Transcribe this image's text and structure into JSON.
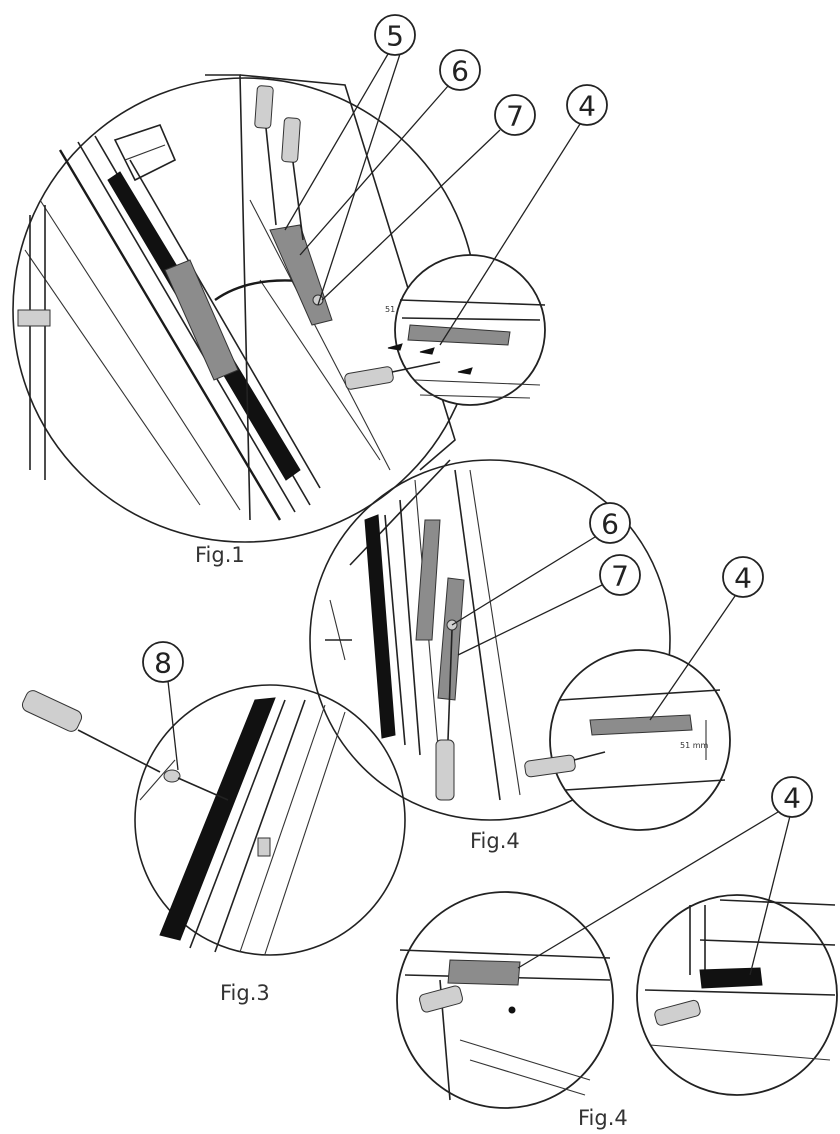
{
  "figures": {
    "fig1": "Fig.1",
    "fig4_top": "Fig.4",
    "fig3": "Fig.3",
    "fig4_bottom": "Fig.4"
  },
  "callouts": {
    "c5": "5",
    "c6_top": "6",
    "c7_top": "7",
    "c4_top": "4",
    "c6_mid": "6",
    "c7_mid": "7",
    "c4_mid": "4",
    "c8": "8",
    "c4_bottom": "4"
  },
  "inset_text": {
    "dim_51": "51",
    "dim_51mm": "51 mm"
  }
}
